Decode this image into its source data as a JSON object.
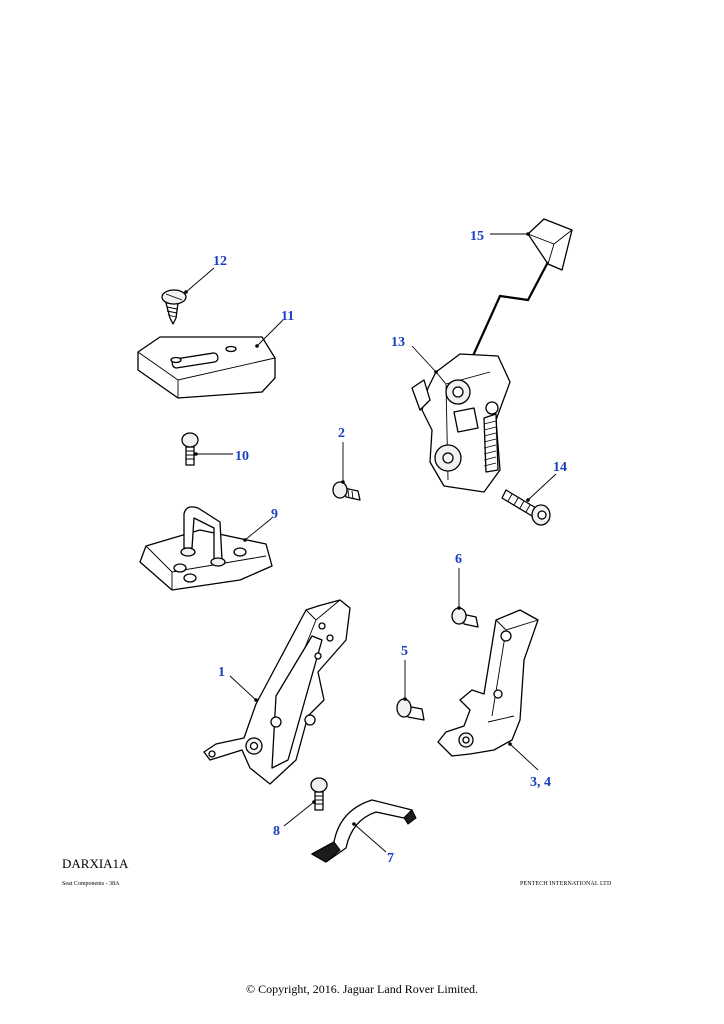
{
  "diagram": {
    "callouts": {
      "c1": "1",
      "c2": "2",
      "c3": "3, 4",
      "c5": "5",
      "c6": "6",
      "c7": "7",
      "c8": "8",
      "c9": "9",
      "c10": "10",
      "c11": "11",
      "c12": "12",
      "c13": "13",
      "c14": "14",
      "c15": "15"
    },
    "callout_color": "#1a3fbf"
  },
  "footer": {
    "ref_code": "DARXIA1A",
    "caption": "Seat Components - 38A",
    "company": "PENTECH INTERNATIONAL LTD",
    "copyright": "© Copyright, 2016. Jaguar Land Rover Limited."
  }
}
